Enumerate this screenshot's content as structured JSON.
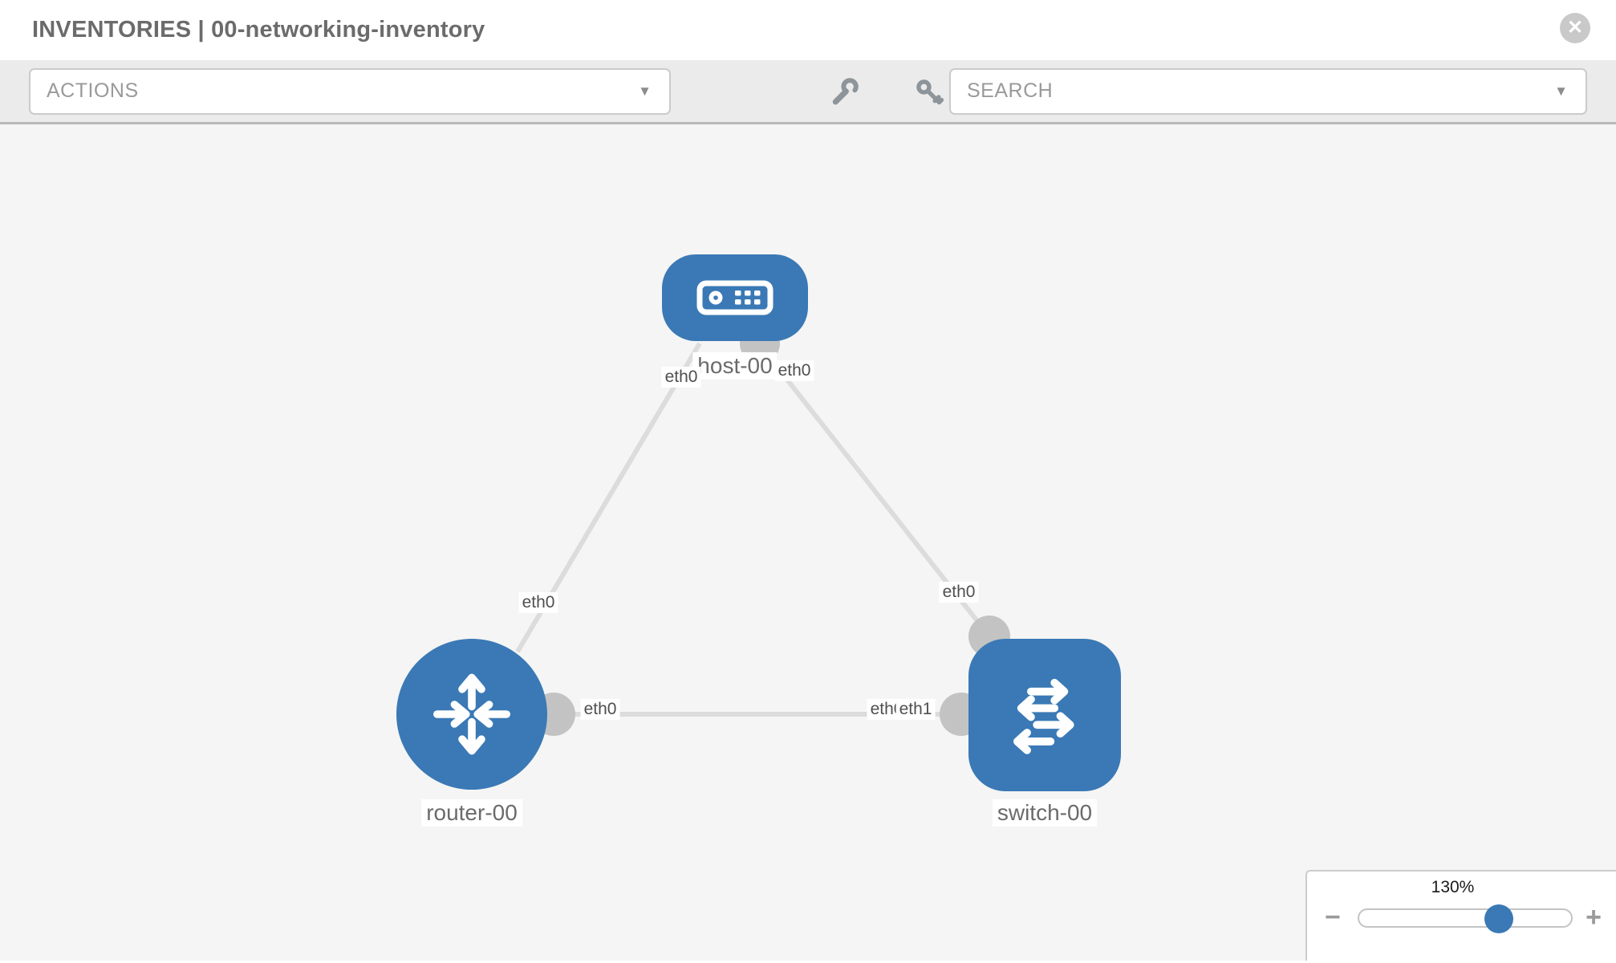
{
  "header": {
    "title": "INVENTORIES | 00-networking-inventory",
    "close_label": "✕"
  },
  "toolbar": {
    "actions_label": "ACTIONS",
    "search_label": "SEARCH",
    "caret": "▼",
    "icons": [
      "wrench",
      "key"
    ]
  },
  "topology": {
    "nodes": [
      {
        "id": "host-00",
        "type": "host",
        "label": "host-00"
      },
      {
        "id": "router-00",
        "type": "router",
        "label": "router-00"
      },
      {
        "id": "switch-00",
        "type": "switch",
        "label": "switch-00"
      }
    ],
    "links": [
      {
        "from": "host-00",
        "to": "router-00",
        "from_if": "eth0",
        "to_if": "eth0"
      },
      {
        "from": "host-00",
        "to": "switch-00",
        "from_if": "eth0",
        "to_if": "eth0"
      },
      {
        "from": "router-00",
        "to": "switch-00",
        "from_if": "eth0",
        "to_if": "eth1"
      }
    ],
    "if_chips": [
      {
        "text": "eth0"
      },
      {
        "text": "eth0"
      },
      {
        "text": "eth0"
      },
      {
        "text": "eth0"
      },
      {
        "text": "eth0"
      },
      {
        "text": "eth0"
      },
      {
        "text": "eth1"
      }
    ]
  },
  "zoom_control": {
    "value": "130%",
    "minus": "−",
    "plus": "+"
  },
  "colors": {
    "node_blue": "#3a79b5",
    "link_gray": "#dcdcdc",
    "interface_gray": "#c3c3c3",
    "canvas_bg": "#f5f5f5",
    "toolbar_bg": "#ebebeb"
  }
}
